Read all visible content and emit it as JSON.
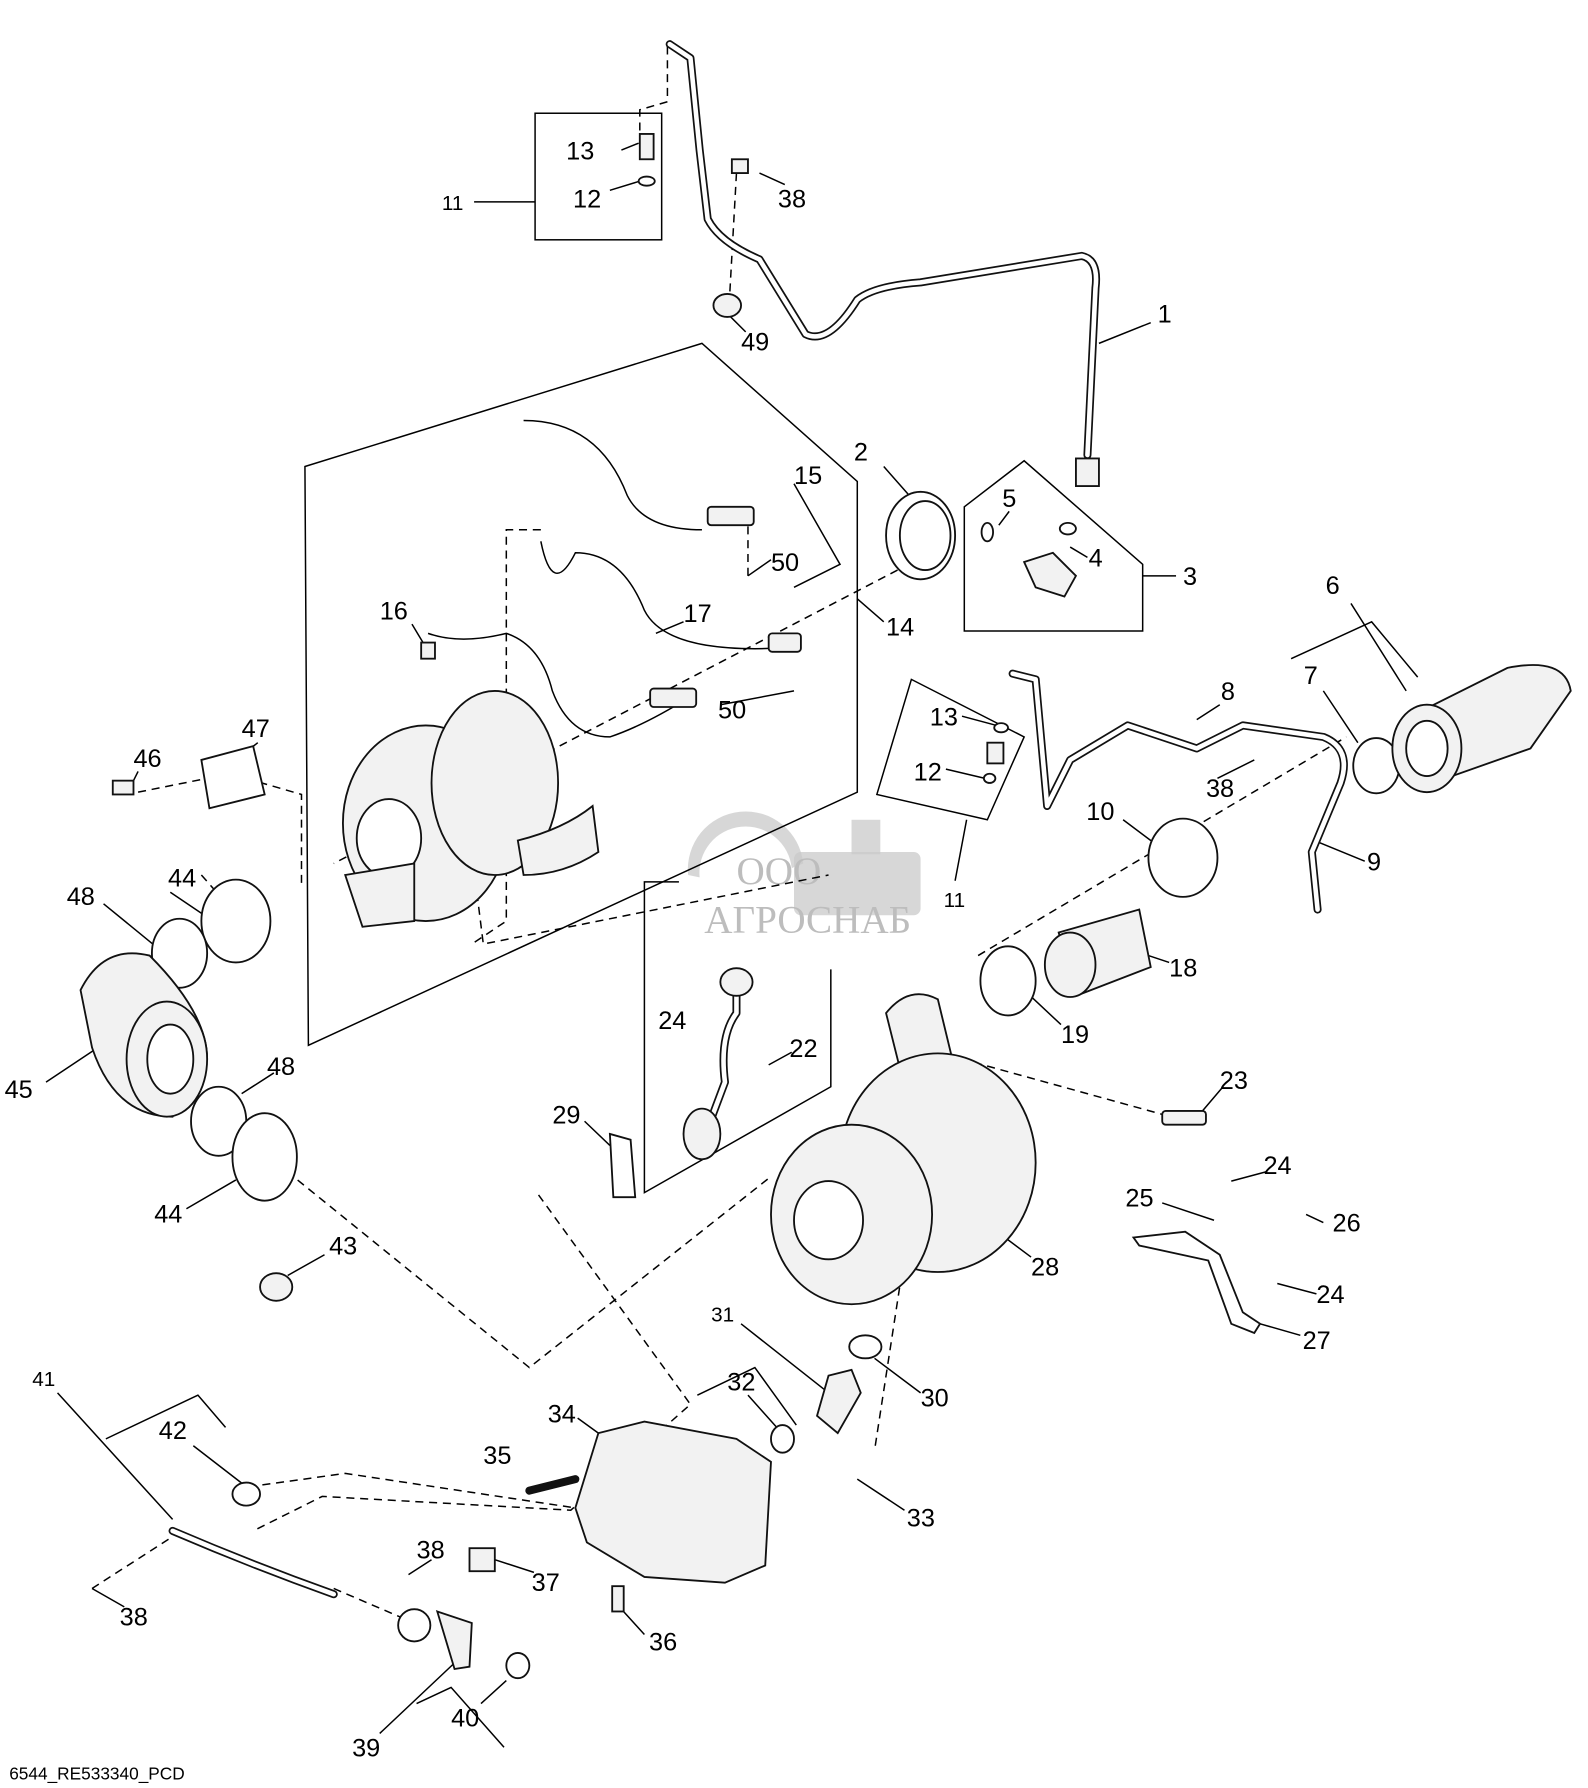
{
  "diagram": {
    "drawing_id": "6544_RE533340_PCD",
    "watermark": {
      "prefix": "ООО",
      "name": "АГРОСНАБ"
    },
    "callouts": [
      "1",
      "2",
      "3",
      "4",
      "5",
      "6",
      "7",
      "8",
      "9",
      "10",
      "11",
      "11",
      "12",
      "12",
      "13",
      "13",
      "14",
      "15",
      "16",
      "17",
      "18",
      "19",
      "22",
      "23",
      "24",
      "24",
      "24",
      "25",
      "26",
      "27",
      "28",
      "29",
      "30",
      "31",
      "32",
      "33",
      "34",
      "35",
      "36",
      "37",
      "38",
      "38",
      "38",
      "38",
      "39",
      "40",
      "41",
      "42",
      "43",
      "44",
      "44",
      "45",
      "46",
      "47",
      "48",
      "48",
      "49",
      "50",
      "50"
    ]
  }
}
